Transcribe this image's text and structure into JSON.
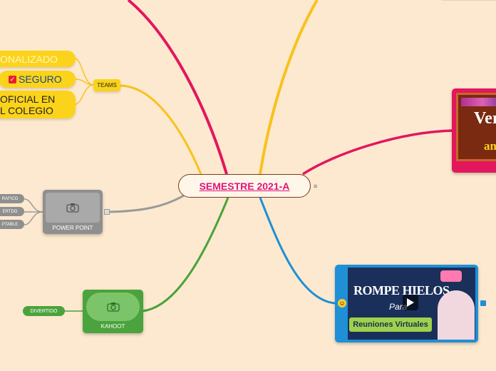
{
  "central": {
    "title": "SEMESTRE 2021-A"
  },
  "teams": {
    "label": "TEAMS",
    "children": [
      "ONALIZADO",
      "SEGURO",
      "OFICIAL EN",
      "L COLEGIO"
    ]
  },
  "power_point": {
    "label": "POWER POINT",
    "children": [
      "RAFICO",
      "ERTDO",
      "PTABLE"
    ]
  },
  "kahoot": {
    "label": "KAHOOT",
    "children": [
      "DIVERTIDO"
    ]
  },
  "video": {
    "title_line1": "ROMPE HIELOS",
    "title_line2": "Para",
    "subtitle": "Reuniones Virtuales"
  },
  "red_card": {
    "text_top": "Ver",
    "text_bottom": "am"
  },
  "colors": {
    "background": "#fde9cf",
    "central_text": "#e0157a",
    "yellow_branch": "#f7c21e",
    "pink_branch": "#e2175e",
    "gray_branch": "#9a9a9a",
    "green_branch": "#4aa33c",
    "blue_branch": "#1f8fd6"
  }
}
